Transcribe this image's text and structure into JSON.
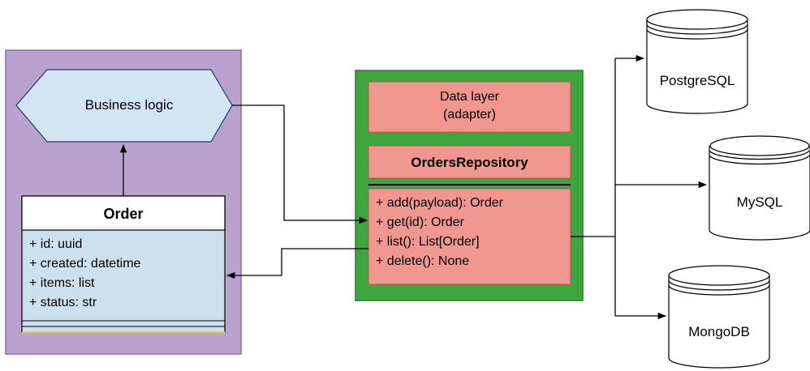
{
  "colors": {
    "domain_bg": "#B9A2CD",
    "domain_border": "#8E6BAA",
    "business_fill": "#D3E4F3",
    "business_border": "#1F3A6E",
    "adapter_bg": "#3FA53F",
    "adapter_border": "#2E7D32",
    "salmon": "#F09890",
    "salmon_border": "#C0504D",
    "order_attr_fill": "#CCE0F0",
    "line": "#000000"
  },
  "business_logic": {
    "label": "Business logic"
  },
  "order": {
    "title": "Order",
    "attributes": [
      "+ id: uuid",
      "+ created: datetime",
      "+ items: list",
      "+ status: str"
    ]
  },
  "data_layer": {
    "line1": "Data layer",
    "line2": "(adapter)"
  },
  "repository": {
    "title": "OrdersRepository",
    "methods": [
      "+ add(payload): Order",
      "+ get(id): Order",
      "+ list(): List[Order]",
      "+ delete(): None"
    ]
  },
  "databases": [
    {
      "label": "PostgreSQL"
    },
    {
      "label": "MySQL"
    },
    {
      "label": "MongoDB"
    }
  ]
}
